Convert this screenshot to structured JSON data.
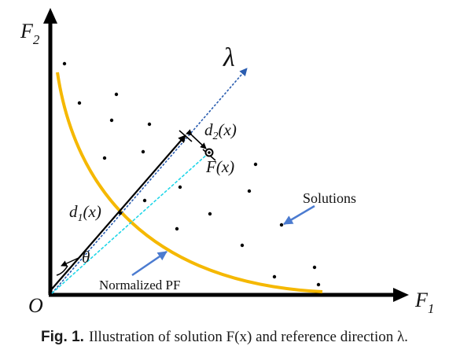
{
  "axes": {
    "y_label": "F",
    "y_sub": "2",
    "x_label": "F",
    "x_sub": "1",
    "origin_label": "O"
  },
  "labels": {
    "lambda": "λ",
    "d2": "d",
    "d2_sub": "2",
    "d2_arg": "(x)",
    "d1": "d",
    "d1_sub": "1",
    "d1_arg": "(x)",
    "fx": "F(x)",
    "theta": "θ",
    "solutions": "Solutions",
    "normalized_pf": "Normalized PF"
  },
  "caption": {
    "label": "Fig. 1.",
    "text": "Illustration of solution F(x) and reference direction λ."
  },
  "colors": {
    "axis": "#000000",
    "front": "#f5b800",
    "lambda_line": "#2a5db0",
    "cyan_line": "#1fd6e8",
    "pointer": "#4b7bd0"
  }
}
